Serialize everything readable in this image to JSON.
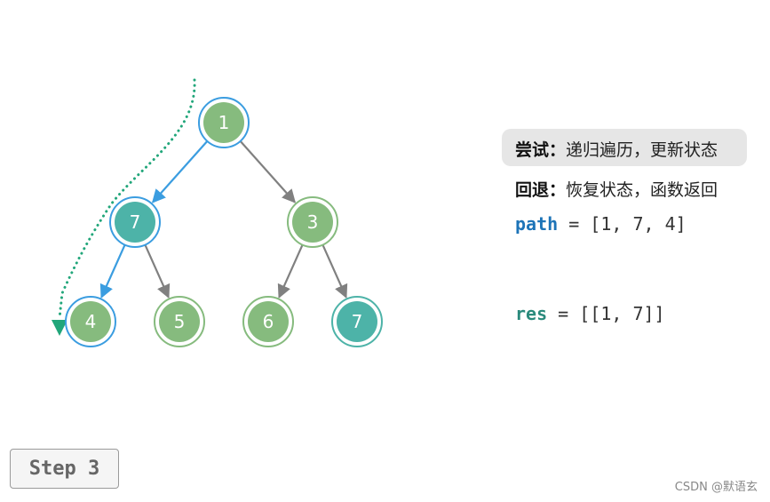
{
  "tree": {
    "nodes": [
      {
        "id": "n1",
        "label": "1",
        "state": "visited-path"
      },
      {
        "id": "n7a",
        "label": "7",
        "state": "selected-path"
      },
      {
        "id": "n3",
        "label": "3",
        "state": "normal"
      },
      {
        "id": "n4",
        "label": "4",
        "state": "current-path"
      },
      {
        "id": "n5",
        "label": "5",
        "state": "normal"
      },
      {
        "id": "n6",
        "label": "6",
        "state": "normal"
      },
      {
        "id": "n7b",
        "label": "7",
        "state": "selected"
      }
    ],
    "edges": [
      {
        "from": "n1",
        "to": "n7a",
        "style": "path"
      },
      {
        "from": "n1",
        "to": "n3",
        "style": "normal"
      },
      {
        "from": "n7a",
        "to": "n4",
        "style": "path"
      },
      {
        "from": "n7a",
        "to": "n5",
        "style": "normal"
      },
      {
        "from": "n3",
        "to": "n6",
        "style": "normal"
      },
      {
        "from": "n3",
        "to": "n7b",
        "style": "normal"
      }
    ]
  },
  "colors": {
    "node_green": "#86bb7e",
    "node_teal": "#4db3a8",
    "path_blue": "#3b9de0",
    "edge_gray": "#808080",
    "trace_green": "#21a67a"
  },
  "legend": {
    "try_label": "尝试：",
    "try_text": "递归遍历，更新状态",
    "undo_label": "回退：",
    "undo_text": "恢复状态，函数返回"
  },
  "code": {
    "path_name": "path",
    "path_value": " = [1, 7, 4]",
    "res_name": "res",
    "res_value": " = [[1, 7]]"
  },
  "step_label": "Step 3",
  "watermark": "CSDN @默语玄"
}
